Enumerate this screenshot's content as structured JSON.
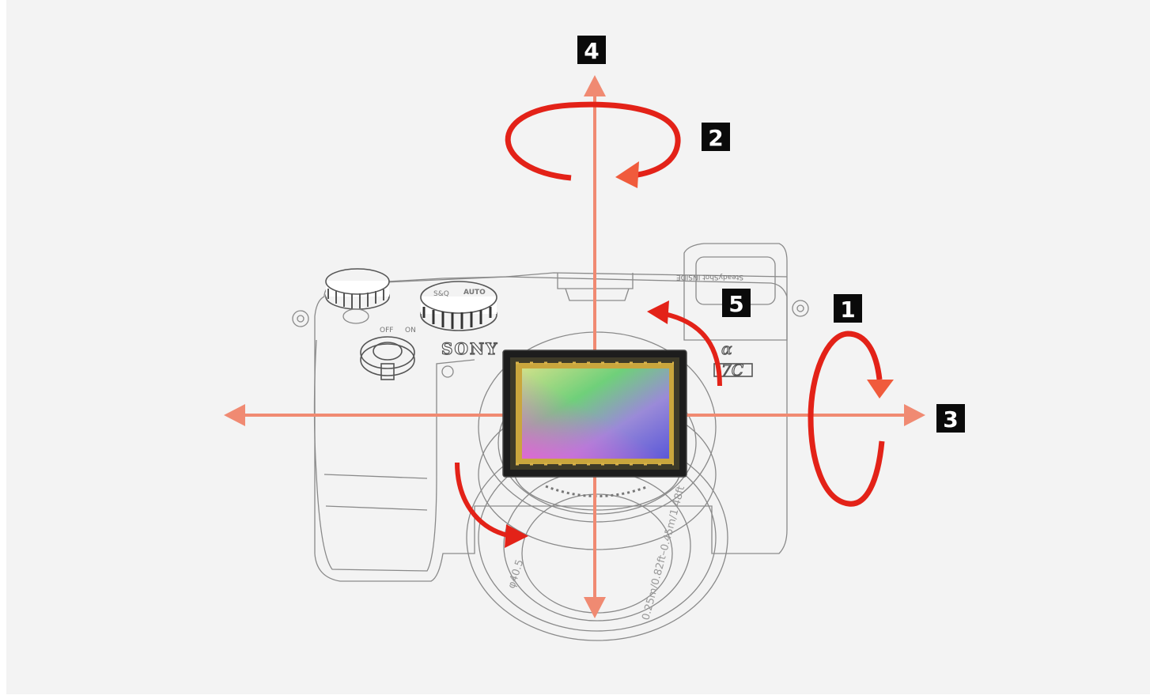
{
  "colors": {
    "axis": "#f08a72",
    "rotation_dark": "#e32218",
    "rotation_light": "#f05b3c",
    "badge_bg": "#0a0a0a",
    "badge_fg": "#ffffff"
  },
  "camera": {
    "brand": "SONY",
    "model": "7C",
    "alpha": "α",
    "power_on": "ON",
    "power_off": "OFF",
    "mode_auto": "AUTO",
    "mode_sq": "S&Q",
    "steadyshot": "SteadyShot INSIDE",
    "lens_marking": "0.25m/0.82ft–0.45m/1.48ft",
    "lens_diameter": "φ40.5"
  },
  "badges": {
    "b1": "1",
    "b2": "2",
    "b3": "3",
    "b4": "4",
    "b5": "5"
  }
}
